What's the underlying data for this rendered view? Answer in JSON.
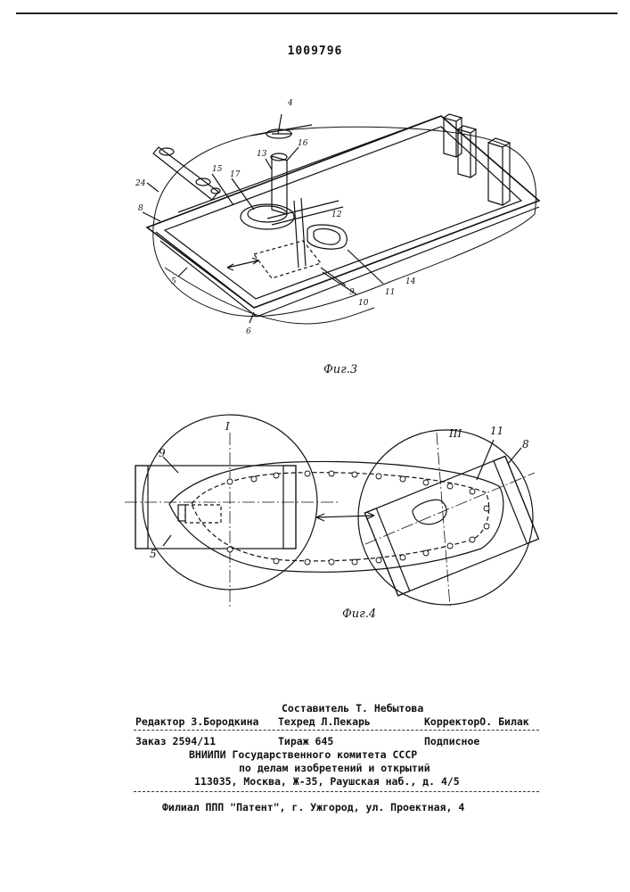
{
  "patent_number": "1009796",
  "figure3": {
    "caption": "Фиг.3",
    "labels": {
      "l24": "24",
      "l15": "15",
      "l17": "17",
      "l13": "13",
      "l16": "16",
      "l4": "4",
      "l12": "12",
      "l8": "8",
      "l5": "5",
      "l6": "6",
      "l9": "9",
      "l10": "10",
      "l11": "11",
      "l14": "14"
    }
  },
  "figure4": {
    "caption": "Фиг.4",
    "labels": {
      "pos1": "I",
      "pos3": "III",
      "l9": "9",
      "l5": "5",
      "l11": "11",
      "l8": "8"
    }
  },
  "imprint": {
    "compiler": "Составитель Т. Небытова",
    "editor": "Редактор З.Бородкина",
    "techred": "Техред Л.Пекарь",
    "corrector": "КорректорО. Билак",
    "order": "Заказ 2594/11",
    "circulation": "Тираж 645",
    "subscription": "Подписное",
    "institute": "ВНИИПИ Государственного комитета СССР",
    "affairs": "по делам изобретений и открытий",
    "address": "113035, Москва, Ж-35, Раушская наб., д. 4/5",
    "branch": "Филиал ППП \"Патент\", г. Ужгород, ул. Проектная, 4"
  }
}
